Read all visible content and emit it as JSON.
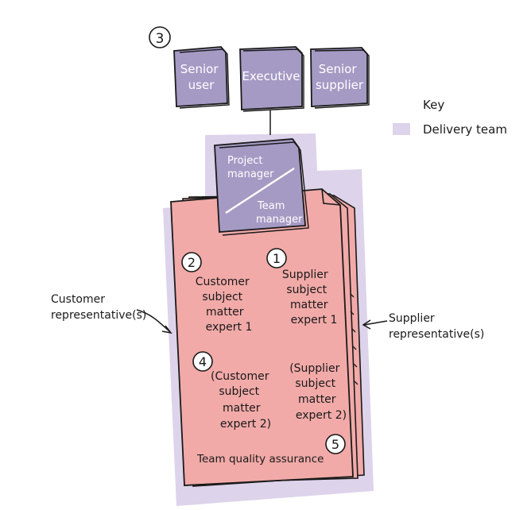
{
  "top_boxes": {
    "senior_user": [
      "Senior",
      "user"
    ],
    "executive": [
      "Executive"
    ],
    "senior_supplier": [
      "Senior",
      "supplier"
    ]
  },
  "badge_3": "3",
  "key": {
    "title": "Key",
    "delivery_team": "Delivery team",
    "delivery_color": "#ddd3ea"
  },
  "project_box": {
    "project_manager": [
      "Project",
      "manager"
    ],
    "team_manager": [
      "Team",
      "manager"
    ]
  },
  "team": {
    "badge_2": "2",
    "customer_sme": [
      "Customer",
      "subject",
      "matter",
      "expert 1"
    ],
    "badge_1": "1",
    "supplier_sme": [
      "Supplier",
      "subject",
      "matter",
      "expert 1"
    ],
    "badge_4": "4",
    "customer_sme_2": [
      "(Customer",
      "subject",
      "matter",
      "expert 2)"
    ],
    "supplier_sme_2": [
      "(Supplier",
      "subject",
      "matter",
      "expert 2)"
    ],
    "quality": "Team quality assurance",
    "badge_5": "5"
  },
  "side_labels": {
    "customer": [
      "Customer",
      "representative(s)"
    ],
    "supplier": [
      "Supplier",
      "representative(s)"
    ]
  },
  "colors": {
    "box_purple": "#a59ac4",
    "pink": "#f1aaa8",
    "lavender": "#ddd3ea"
  }
}
